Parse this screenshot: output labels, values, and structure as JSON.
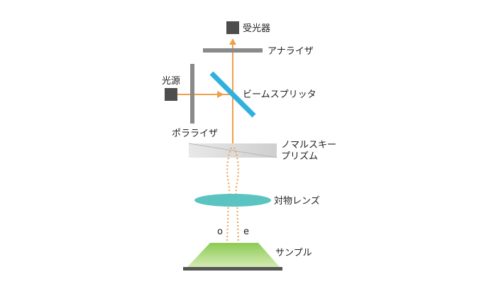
{
  "labels": {
    "detector": "受光器",
    "analyzer": "アナライザ",
    "light_source": "光源",
    "beam_splitter": "ビームスプリッタ",
    "polarizer": "ポラライザ",
    "nomarski_prism_line1": "ノマルスキー",
    "nomarski_prism_line2": "プリズム",
    "objective_lens": "対物レンズ",
    "ordinary_ray": "o",
    "extraordinary_ray": "e",
    "sample": "サンプル"
  },
  "colors": {
    "beam": "#F0A04B",
    "component_gray": "#8A8A8A",
    "block_dark": "#4D4D4D",
    "beam_splitter": "#2FB0DF",
    "prism_light": "#E6E6E6",
    "prism_dark": "#C9C9C9",
    "lens": "#5BC4C0",
    "sample_top": "#86C850",
    "sample_bottom": "#CDE6A8",
    "stage": "#555555"
  }
}
